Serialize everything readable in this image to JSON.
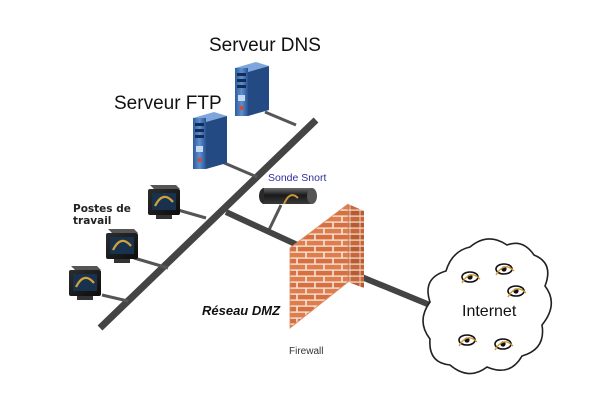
{
  "labels": {
    "dns_server": "Serveur DNS",
    "ftp_server": "Serveur FTP",
    "workstations_line1": "Postes de",
    "workstations_line2": "travail",
    "snort_probe": "Sonde Snort",
    "dmz_network": "Réseau DMZ",
    "firewall": "Firewall",
    "internet": "Internet"
  },
  "colors": {
    "cable": "#444444",
    "server_blue": "#4a78b8",
    "brick": "#e08050",
    "mortar": "#f4e7dc",
    "snort_text": "#2d2d9c",
    "cloud_outline": "#222222"
  }
}
